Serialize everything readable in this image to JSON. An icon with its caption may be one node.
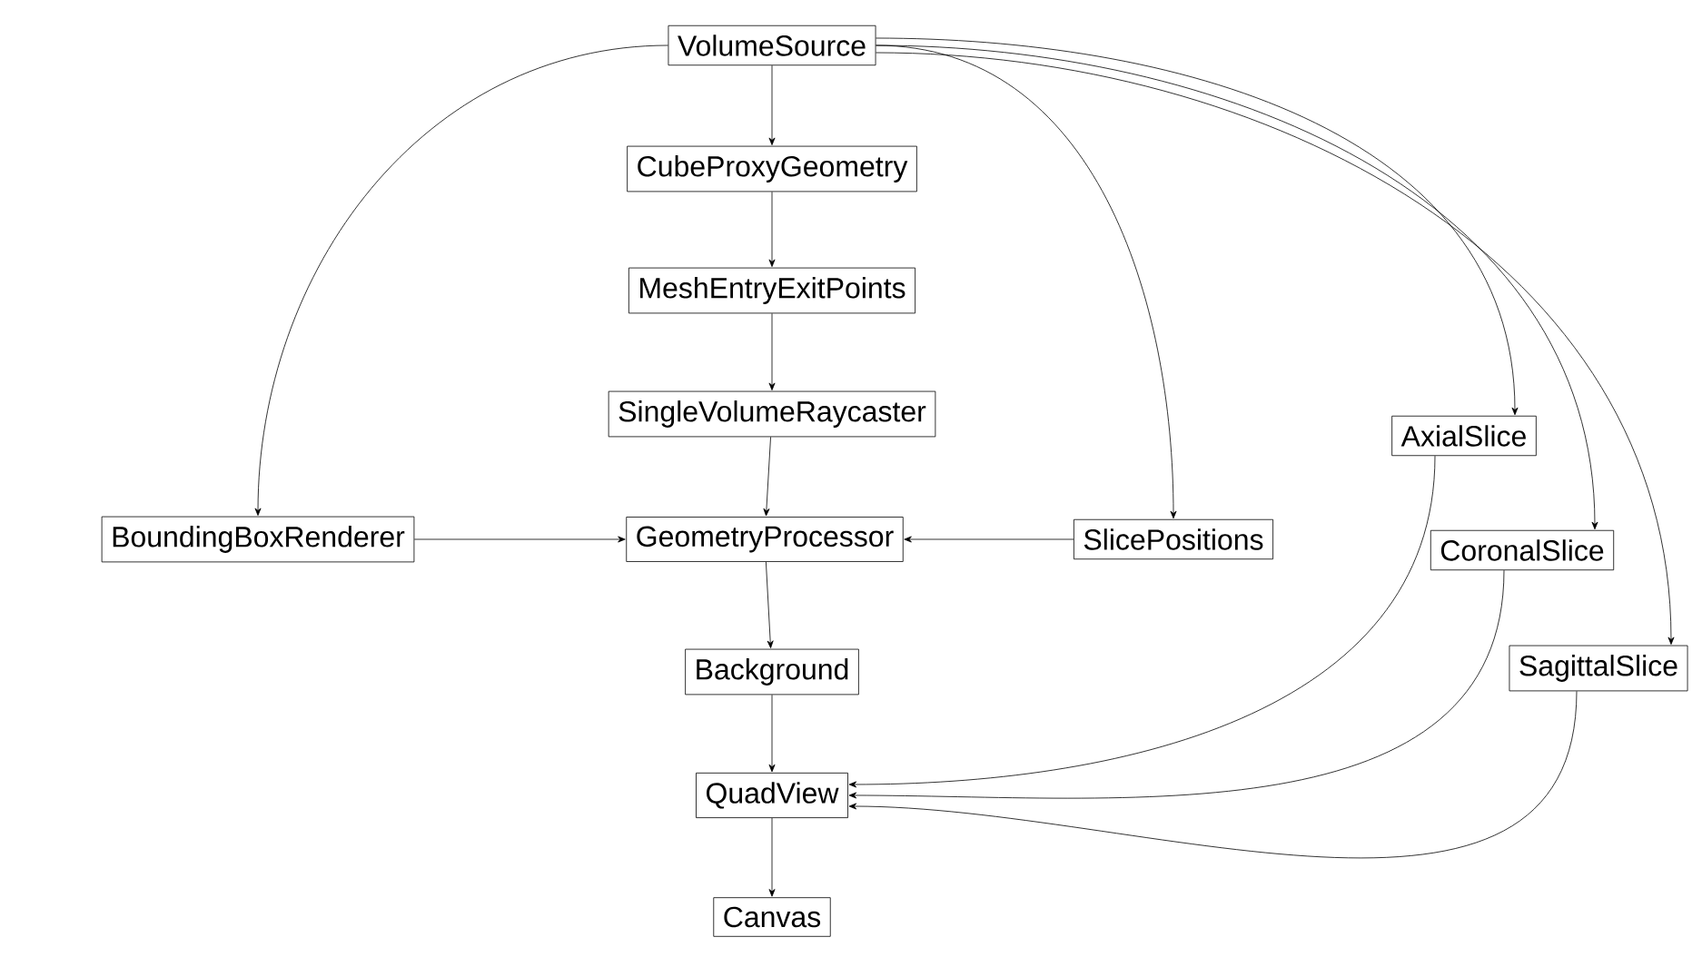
{
  "diagram": {
    "nodes": [
      {
        "text": [
          "VolumeSource"
        ]
      },
      {
        "text": [
          "CubeProxyGeometry"
        ]
      },
      {
        "text": [
          "MeshEntryExitPoints"
        ]
      },
      {
        "text": [
          "SingleVolumeRaycaster"
        ]
      },
      {
        "text": [
          "BoundingBoxRenderer"
        ]
      },
      {
        "text": [
          "GeometryProcessor"
        ]
      },
      {
        "text": [
          "SlicePositions"
        ]
      },
      {
        "text": [
          "AxialSlice"
        ]
      },
      {
        "text": [
          "CoronalSlice"
        ]
      },
      {
        "text": [
          "SagittalSlice"
        ]
      },
      {
        "text": [
          "Background"
        ]
      },
      {
        "text": [
          "QuadView"
        ]
      },
      {
        "text": [
          "Canvas"
        ]
      }
    ],
    "edges": [
      {
        "from": 0,
        "to": 1,
        "arrow": "to"
      },
      {
        "from": 1,
        "to": 2,
        "arrow": "to"
      },
      {
        "from": 2,
        "to": 3,
        "arrow": "to"
      },
      {
        "from": 3,
        "to": 5,
        "arrow": "to"
      },
      {
        "from": 4,
        "to": 5,
        "arrow": "to"
      },
      {
        "from": 6,
        "to": 5,
        "arrow": "to"
      },
      {
        "from": 5,
        "to": 10,
        "arrow": "to"
      },
      {
        "from": 10,
        "to": 11,
        "arrow": "to"
      },
      {
        "from": 11,
        "to": 12,
        "arrow": "to"
      },
      {
        "from": 0,
        "to": 4,
        "arrow": "to"
      },
      {
        "from": 0,
        "to": 6,
        "arrow": "to"
      },
      {
        "from": 0,
        "to": 7,
        "arrow": "to"
      },
      {
        "from": 0,
        "to": 8,
        "arrow": "to"
      },
      {
        "from": 0,
        "to": 9,
        "arrow": "to"
      },
      {
        "from": 7,
        "to": 11,
        "arrow": "to"
      },
      {
        "from": 8,
        "to": 11,
        "arrow": "to"
      },
      {
        "from": 9,
        "to": 11,
        "arrow": "to"
      }
    ]
  }
}
